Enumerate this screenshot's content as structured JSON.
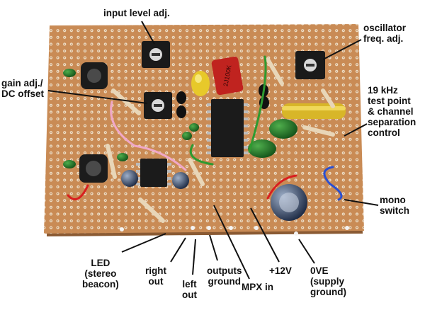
{
  "labels": {
    "input_level": "input level adj.",
    "oscillator": "oscillator\nfreq. adj.",
    "gain": "gain adj./\nDC offset",
    "test_point": "19 kHz\ntest point\n& channel\nseparation\ncontrol",
    "mono": "mono\nswitch",
    "led": "LED\n(stereo\nbeacon)",
    "right_out": "right\nout",
    "left_out": "left\nout",
    "outputs_ground": "outputs\nground",
    "mpx_in": "MPX in",
    "plus12v": "+12V",
    "zero_ve": "0VE\n(supply\nground)"
  },
  "component_marking": "2J100K",
  "colors": {
    "board": "#c98b55",
    "board_dark": "#8a5a33",
    "hole": "#f2e3cc",
    "ic": "#1b1b1b",
    "capacitor_red": "#c0231f",
    "capacitor_yellow": "#e7c92a",
    "capacitor_green": "#1f7a22"
  }
}
